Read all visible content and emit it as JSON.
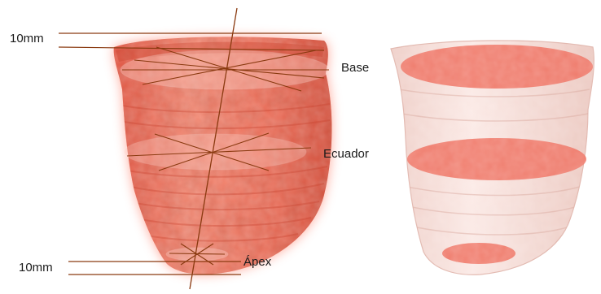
{
  "labels": {
    "base": "Base",
    "equator": "Ecuador",
    "apex": "Ápex",
    "top_thickness": "10mm",
    "bottom_thickness": "10mm"
  },
  "colors": {
    "tissue": "#f06a55",
    "tissue_dark": "#d9503e",
    "tissue_light": "#f8a596",
    "glow": "#ff9c8a",
    "line": "#8a3a10",
    "ghost": "#f6d8d2",
    "ghost_edge": "#e7bdb4",
    "slice": "#ee6f5e"
  }
}
